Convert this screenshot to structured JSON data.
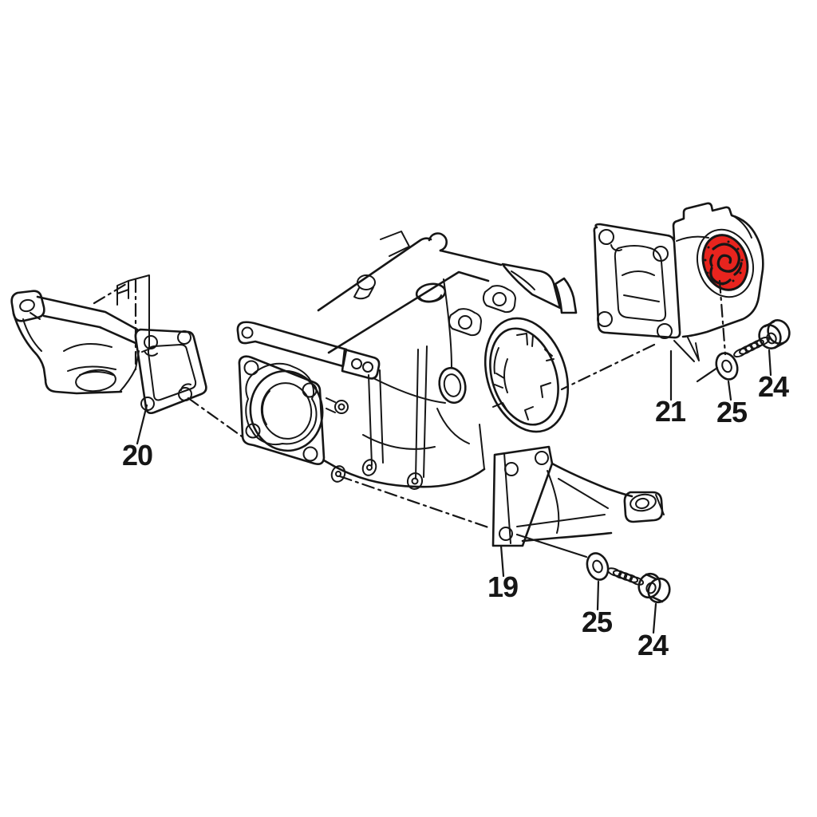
{
  "colors": {
    "background": "#ffffff",
    "line": "#161616",
    "highlight": "#e8241e"
  },
  "diagram": {
    "type": "exploded-parts-line-drawing",
    "highlighted_part_number": "21",
    "labels": [
      {
        "id": "part-20",
        "text": "20"
      },
      {
        "id": "part-21",
        "text": "21"
      },
      {
        "id": "part-24-upper",
        "text": "24"
      },
      {
        "id": "part-25-upper",
        "text": "25"
      },
      {
        "id": "part-19",
        "text": "19"
      },
      {
        "id": "part-25-lower",
        "text": "25"
      },
      {
        "id": "part-24-lower",
        "text": "24"
      }
    ]
  }
}
